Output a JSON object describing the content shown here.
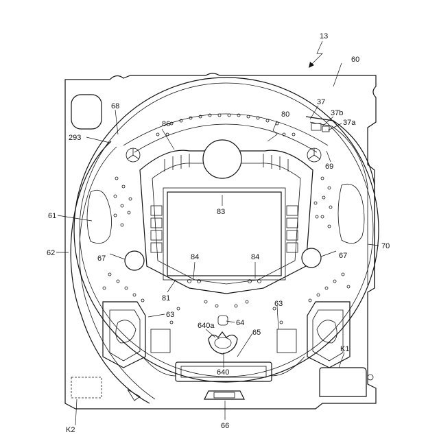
{
  "labels": {
    "l13": "13",
    "l60": "60",
    "l37": "37",
    "l37b": "37b",
    "l37a": "37a",
    "l68": "68",
    "l80": "80",
    "l86": "86",
    "l293": "293",
    "l69": "69",
    "l83": "83",
    "l61": "61",
    "l62": "62",
    "l70": "70",
    "l67_left": "67",
    "l67_right": "67",
    "l84_left": "84",
    "l84_right": "84",
    "l81": "81",
    "l63_left": "63",
    "l63_right": "63",
    "l640a": "640a",
    "l64": "64",
    "l65": "65",
    "l640": "640",
    "lK1": "K1",
    "lK2": "K2",
    "l66": "66"
  }
}
